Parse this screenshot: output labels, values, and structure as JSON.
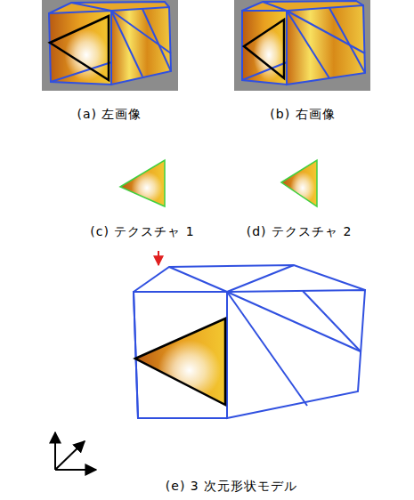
{
  "diagram": {
    "labels": [
      "(a) 左画像",
      "(b) 右画像",
      "(c) テクスチャ 1",
      "(d) テクスチャ 2",
      "(e) 3 次元形状モデル"
    ]
  }
}
